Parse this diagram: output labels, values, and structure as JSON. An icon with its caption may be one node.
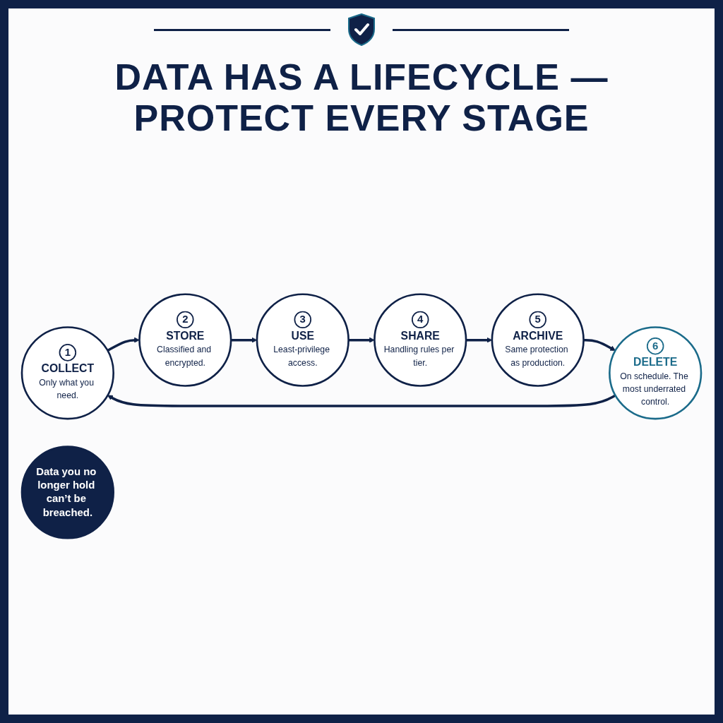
{
  "diagram": {
    "title": "DATA HAS A LIFECYCLE — PROTECT EVERY STAGE",
    "nodes": [
      {
        "text": [
          "1",
          "COLLECT",
          "Only what you need."
        ]
      },
      {
        "text": [
          "2",
          "STORE",
          "Classified and encrypted."
        ]
      },
      {
        "text": [
          "3",
          "USE",
          "Least-privilege access."
        ]
      },
      {
        "text": [
          "4",
          "SHARE",
          "Handling rules per tier."
        ]
      },
      {
        "text": [
          "5",
          "ARCHIVE",
          "Same protection as production."
        ]
      },
      {
        "text": [
          "6",
          "DELETE",
          "On schedule. The most underrated control."
        ]
      },
      {
        "text": [
          "Data you no longer hold can’t be breached."
        ]
      }
    ],
    "edges": [
      {
        "from": 0,
        "to": 1,
        "arrow": "to"
      },
      {
        "from": 1,
        "to": 2,
        "arrow": "to"
      },
      {
        "from": 2,
        "to": 3,
        "arrow": "to"
      },
      {
        "from": 3,
        "to": 4,
        "arrow": "to"
      },
      {
        "from": 4,
        "to": 5,
        "arrow": "to"
      },
      {
        "from": 5,
        "to": 0,
        "arrow": "to"
      }
    ]
  }
}
